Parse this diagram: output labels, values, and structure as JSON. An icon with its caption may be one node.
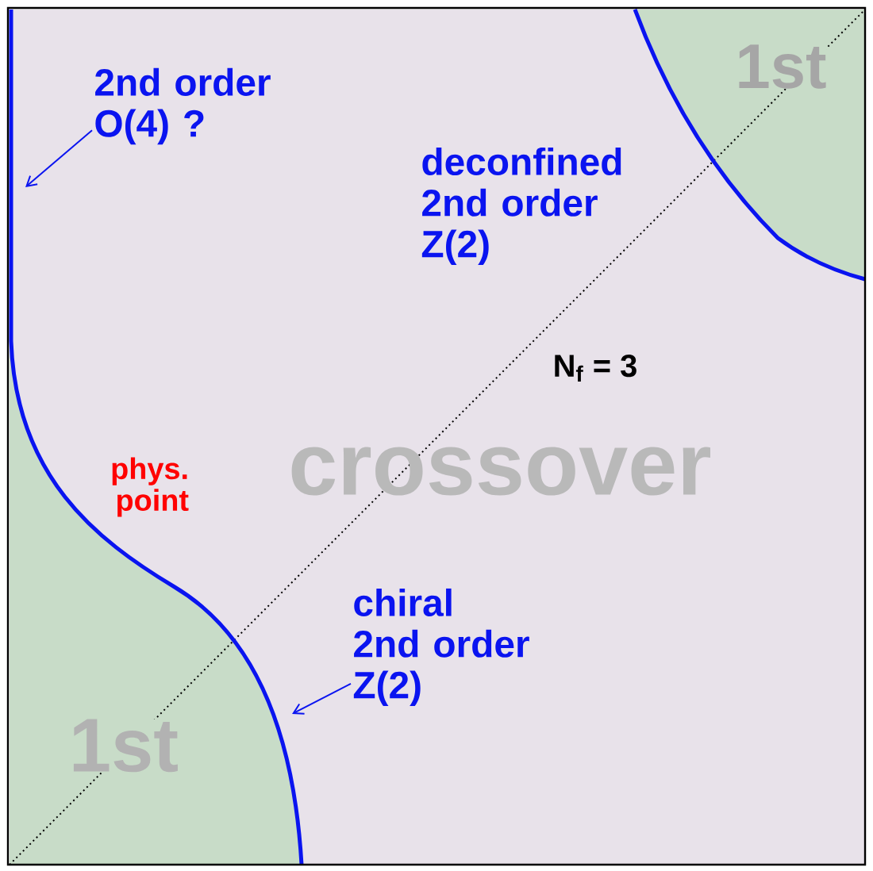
{
  "diagram": {
    "nodes": [
      {
        "text": [
          "2nd order O(4) ?"
        ]
      },
      {
        "text": [
          "chiral 2nd order Z(2)"
        ]
      }
    ],
    "edges": [
      {
        "from": 0,
        "to": null,
        "arrow": "to"
      },
      {
        "from": 1,
        "to": null,
        "arrow": "to"
      }
    ],
    "labels": [
      "1st",
      "deconfined 2nd order Z(2)",
      "N$_{f}$ = 3",
      "crossover",
      "phys. point",
      "1st"
    ]
  }
}
